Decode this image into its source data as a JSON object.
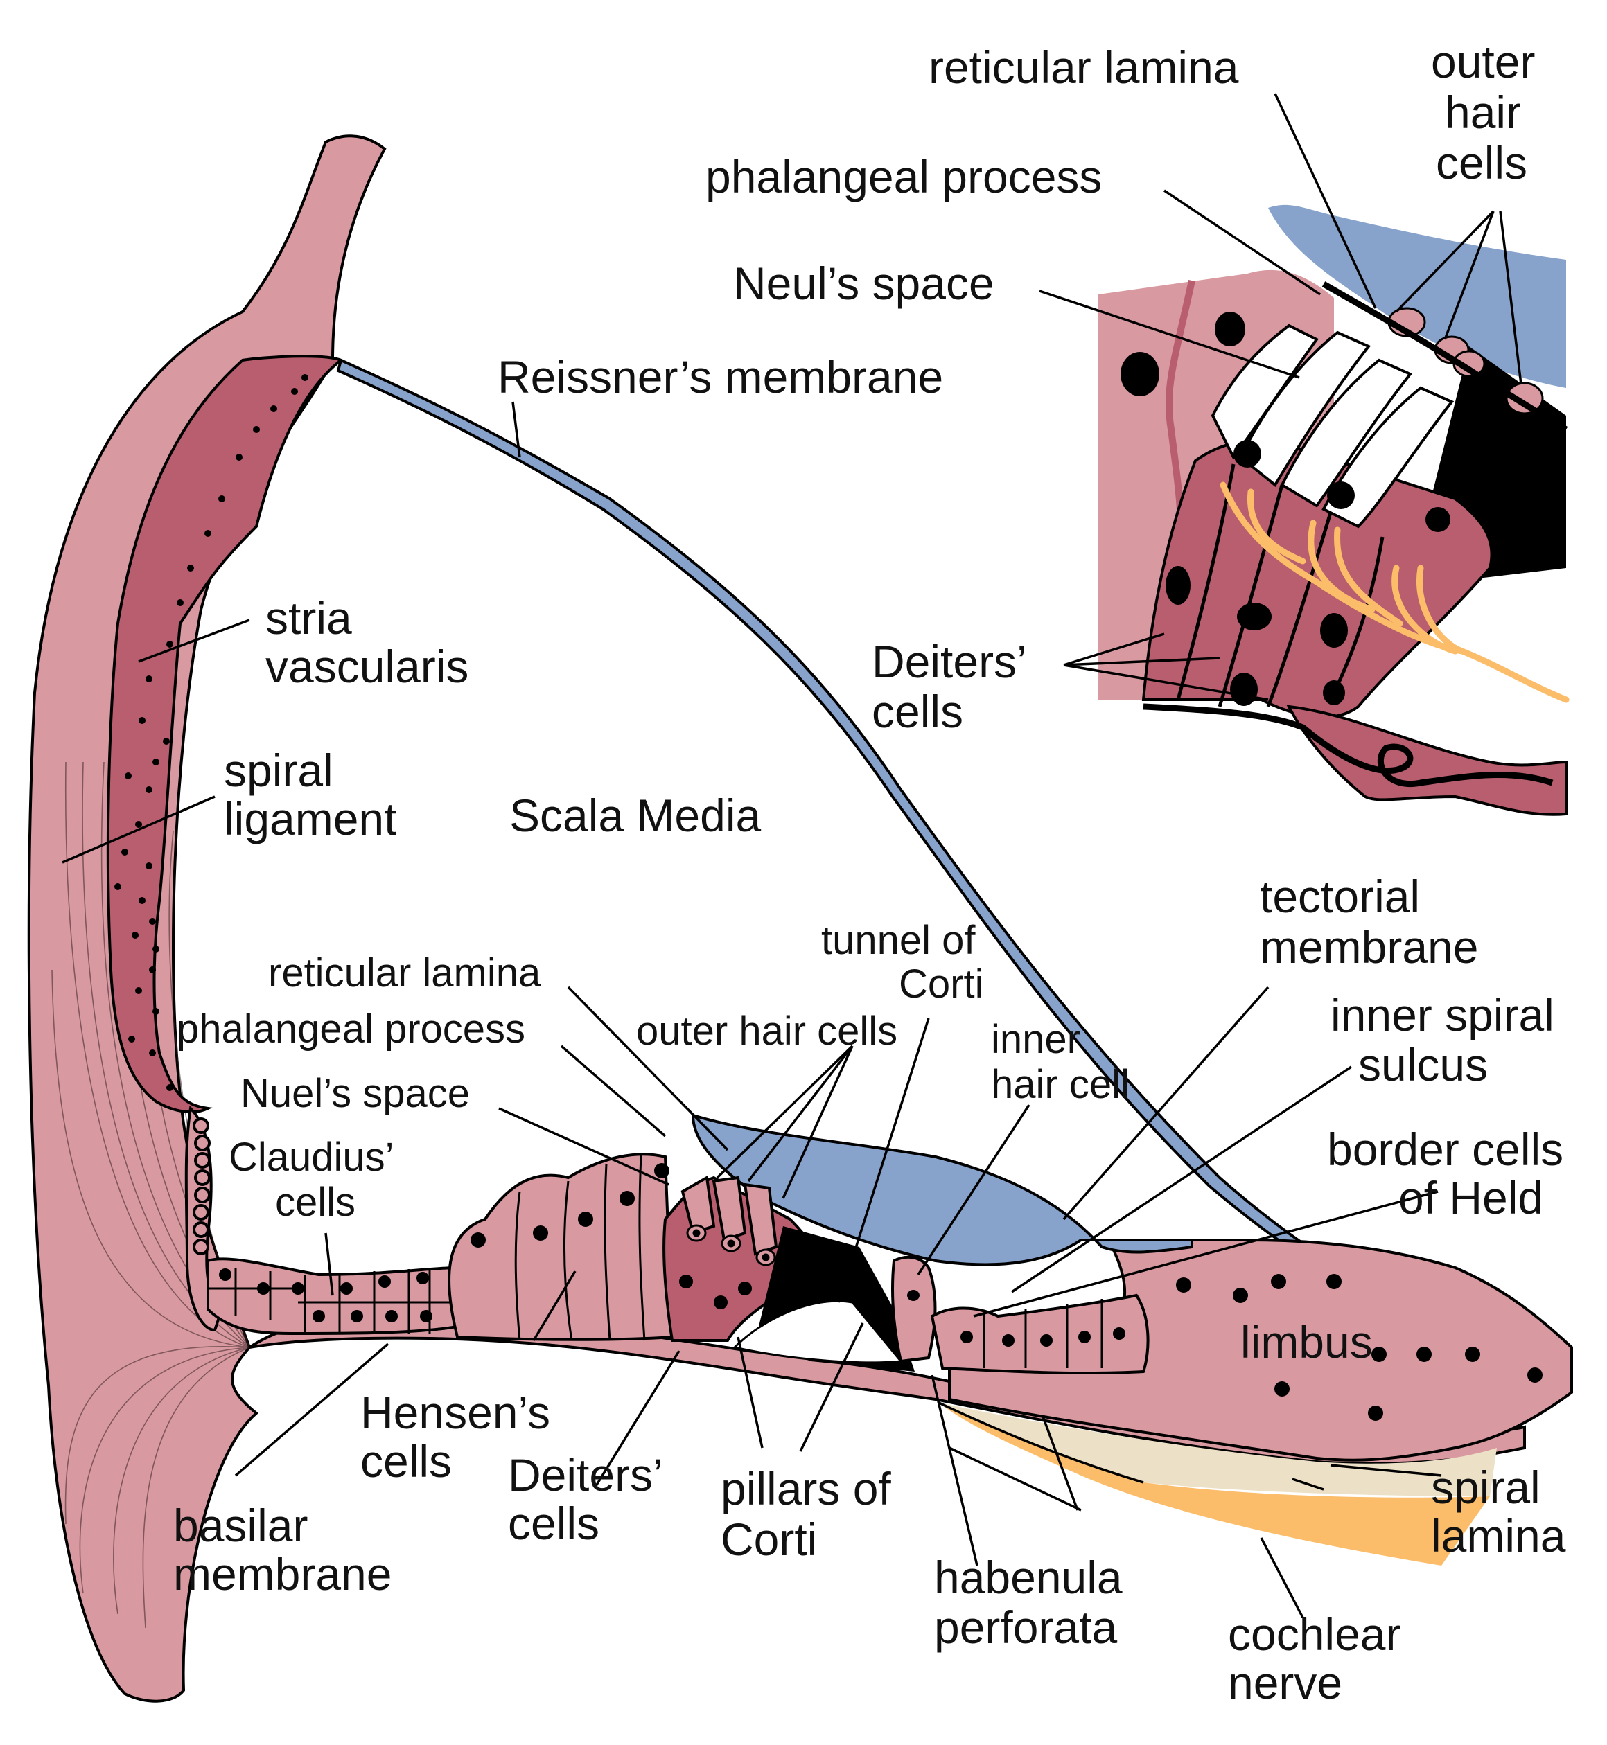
{
  "diagram": {
    "main_labels": {
      "reissners_membrane": "Reissner’s membrane",
      "stria_vascularis_1": "stria",
      "stria_vascularis_2": "vascularis",
      "spiral_ligament_1": "spiral",
      "spiral_ligament_2": "ligament",
      "scala_media": "Scala Media",
      "reticular_lamina": "reticular lamina",
      "phalangeal_process": "phalangeal process",
      "nuels_space": "Nuel’s space",
      "claudius_cells_1": "Claudius’",
      "claudius_cells_2": "cells",
      "outer_hair_cells": "outer hair cells",
      "tunnel_of_corti_1": "tunnel of",
      "tunnel_of_corti_2": "Corti",
      "inner_hair_cell_1": "inner",
      "inner_hair_cell_2": "hair cell",
      "tectorial_membrane_1": "tectorial",
      "tectorial_membrane_2": "membrane",
      "inner_spiral_sulcus_1": "inner spiral",
      "inner_spiral_sulcus_2": "sulcus",
      "border_cells_1": "border cells",
      "border_cells_2": "of Held",
      "limbus": "limbus",
      "hensens_cells_1": "Hensen’s",
      "hensens_cells_2": "cells",
      "deiters_cells_1": "Deiters’",
      "deiters_cells_2": "cells",
      "pillars_of_corti_1": "pillars of",
      "pillars_of_corti_2": "Corti",
      "basilar_membrane_1": "basilar",
      "basilar_membrane_2": "membrane",
      "habenula_perforata_1": "habenula",
      "habenula_perforata_2": "perforata",
      "spiral_lamina_1": "spiral",
      "spiral_lamina_2": "lamina",
      "cochlear_nerve_1": "cochlear",
      "cochlear_nerve_2": "nerve"
    },
    "inset_labels": {
      "reticular_lamina": "reticular lamina",
      "outer_hair_cells_1": "outer",
      "outer_hair_cells_2": "hair",
      "outer_hair_cells_3": "cells",
      "phalangeal_process": "phalangeal process",
      "neuls_space": "Neul’s space",
      "deiters_cells_1": "Deiters’",
      "deiters_cells_2": "cells"
    },
    "colors": {
      "tissue_light": "#d89aa0",
      "tissue_dark": "#b85e6e",
      "membrane_blue": "#87a3cc",
      "nerve_orange": "#fcbd6a",
      "lamina_cream": "#ece0c6",
      "ink": "#000000",
      "background": "#ffffff"
    }
  }
}
